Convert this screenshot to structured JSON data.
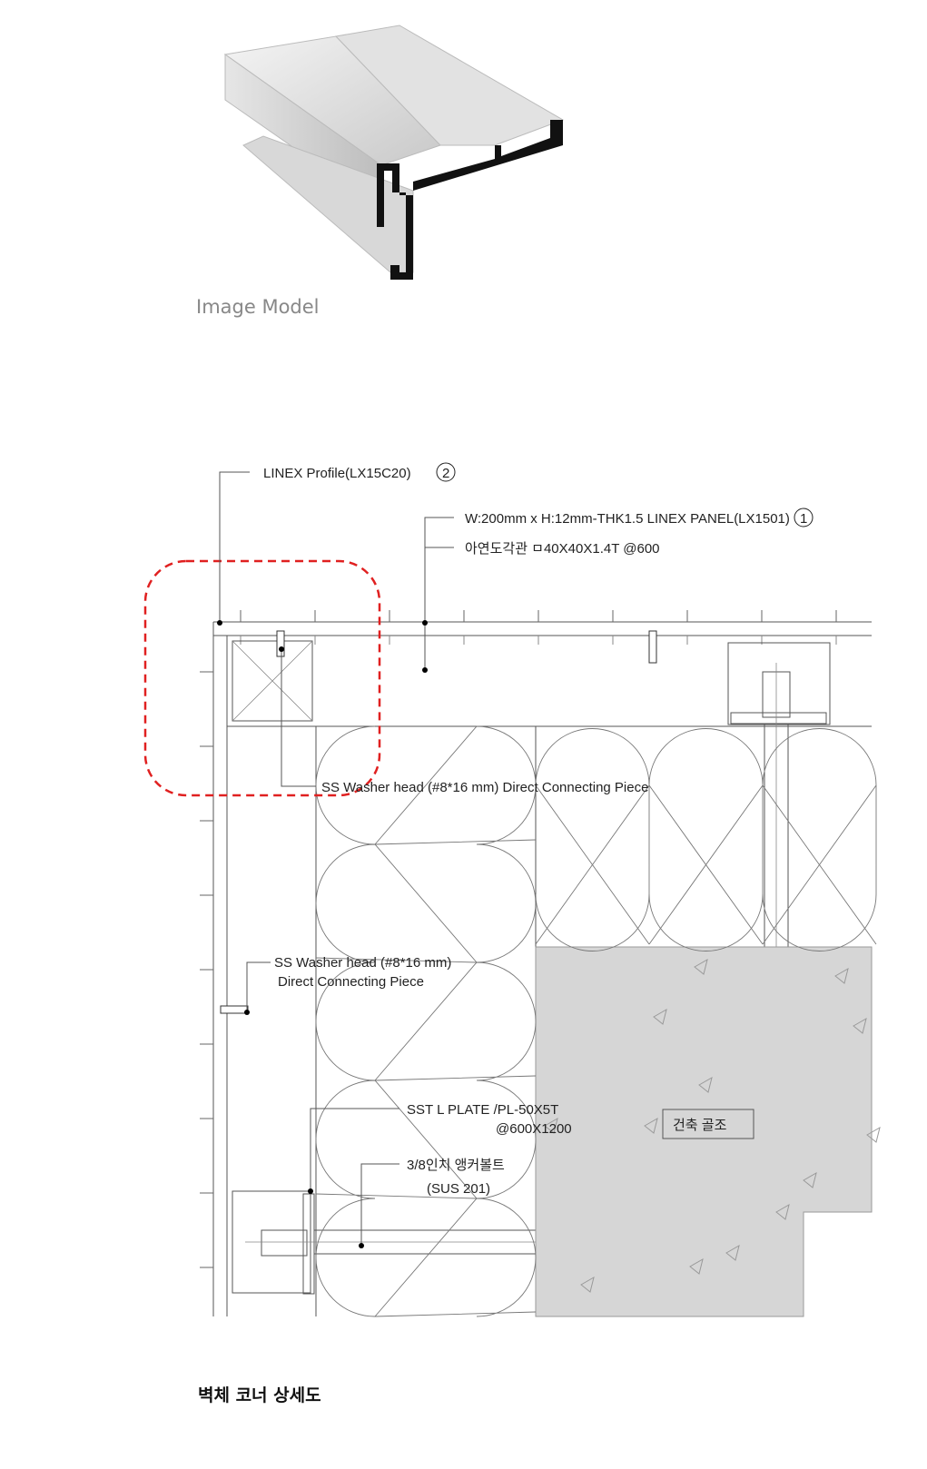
{
  "model": {
    "caption": "Image Model"
  },
  "labels": {
    "profile": "LINEX Profile(LX15C20)",
    "profile_num": "2",
    "panel": "W:200mm x H:12mm-THK1.5 LINEX PANEL(LX1501)",
    "panel_num": "1",
    "pipe": "아연도각관 ㅁ40X40X1.4T @600",
    "washer_top": "SS Washer head (#8*16 mm) Direct Connecting Piece",
    "washer_side_1": "SS Washer head (#8*16 mm)",
    "washer_side_2": "Direct Connecting Piece",
    "plate_1": "SST L PLATE /PL-50X5T",
    "plate_2": "@600X1200",
    "anchor_1": "3/8인치 앵커볼트",
    "anchor_2": "(SUS 201)",
    "structure": "건축 골조"
  },
  "highlight_color": "#e02020",
  "footer": {
    "title": "벽체 코너 상세도"
  }
}
